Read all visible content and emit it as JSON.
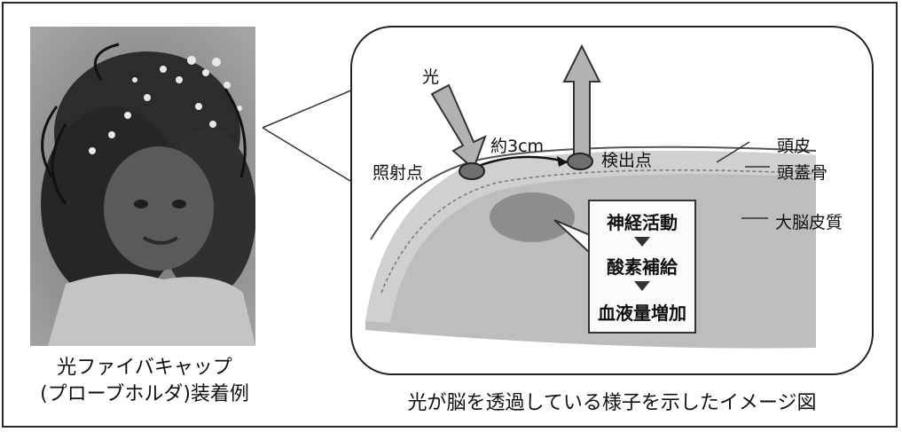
{
  "photo": {
    "caption_line1": "光ファイバキャップ",
    "caption_line2": "(プローブホルダ)装着例"
  },
  "diagram": {
    "light_label": "光",
    "distance_label": "約3cm",
    "irradiation_point_label": "照射点",
    "detection_point_label": "検出点",
    "scalp_label": "頭皮",
    "skull_label": "頭蓋骨",
    "cortex_label": "大脳皮質",
    "flow": [
      "神経活動",
      "酸素補給",
      "血液量増加"
    ],
    "caption": "光が脳を透過している様子を示したイメージ図"
  }
}
